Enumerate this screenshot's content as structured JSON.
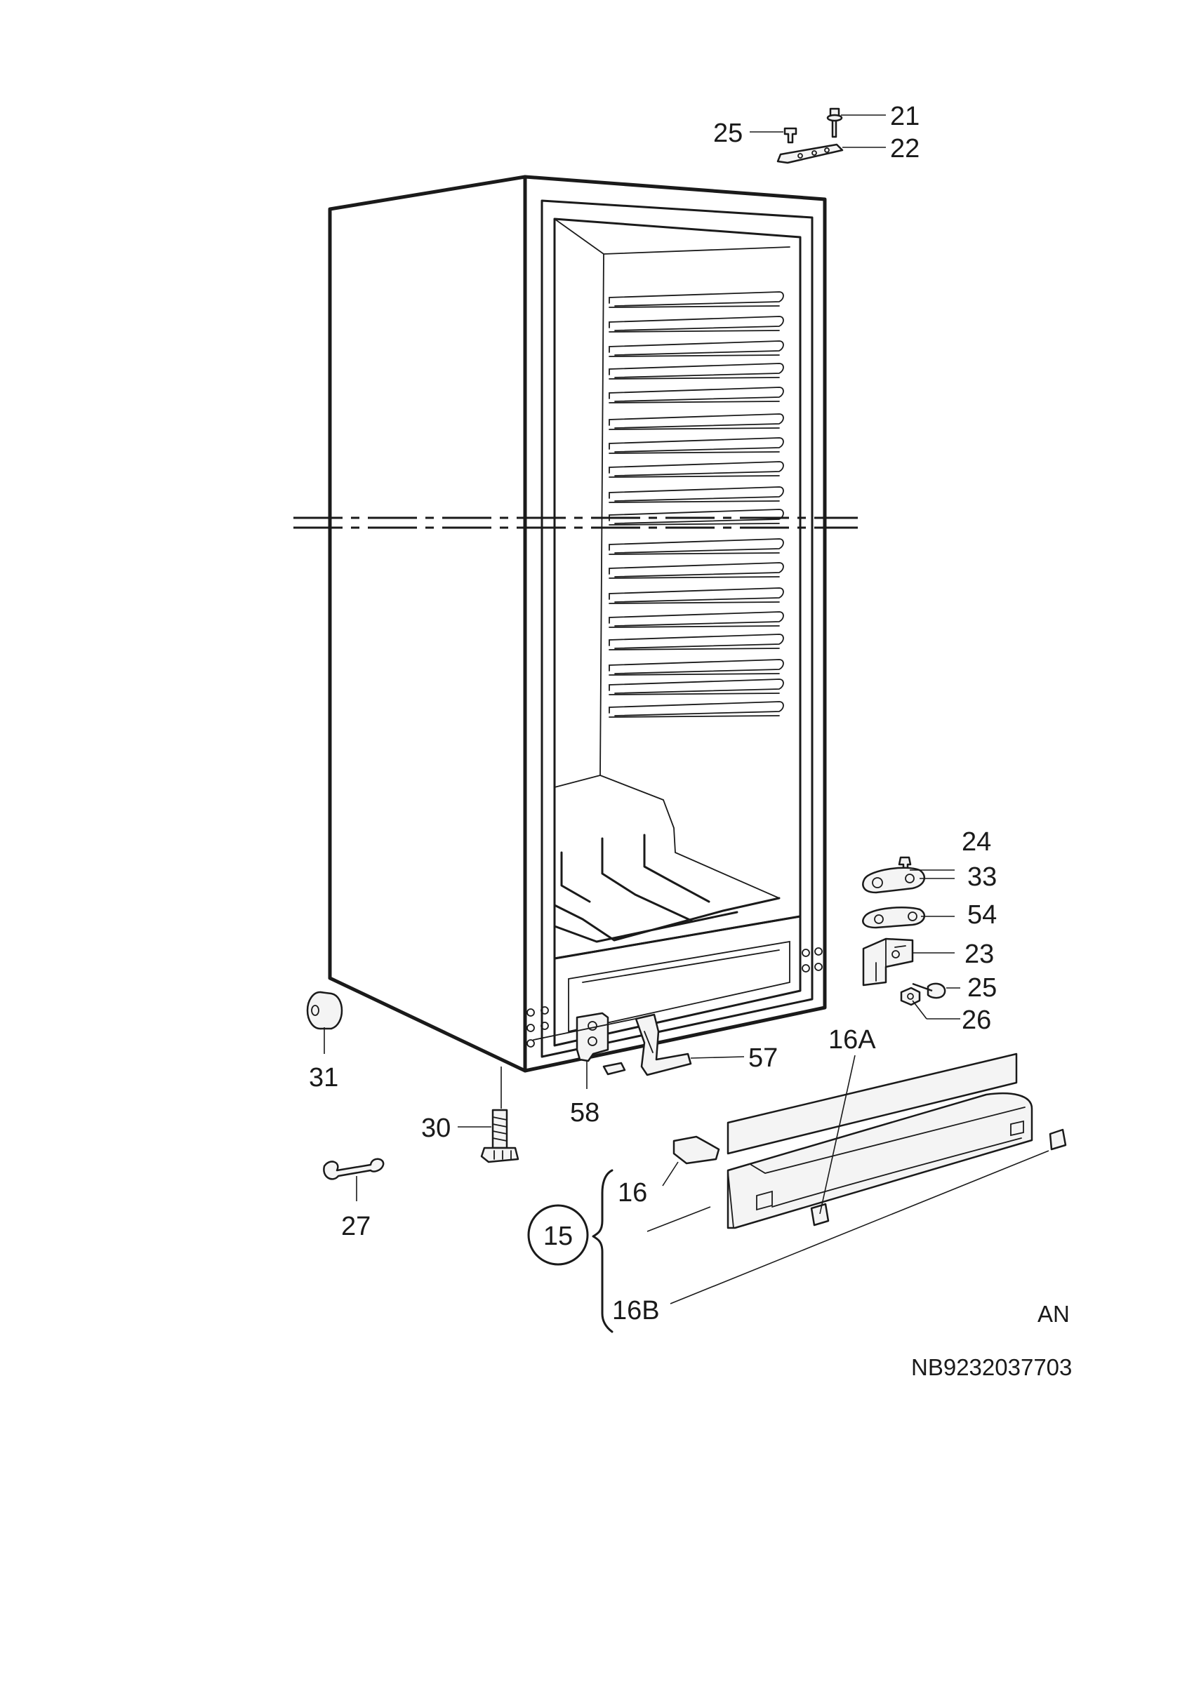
{
  "diagram": {
    "drawing_id": "NB9232037703",
    "variant_code": "AN",
    "callouts": {
      "c21": "21",
      "c22": "22",
      "c25_top": "25",
      "c24": "24",
      "c33": "33",
      "c54": "54",
      "c23": "23",
      "c25_mid": "25",
      "c26": "26",
      "c57": "57",
      "c16A": "16A",
      "c31": "31",
      "c58": "58",
      "c30": "30",
      "c16": "16",
      "c27": "27",
      "c15": "15",
      "c16B": "16B"
    }
  }
}
